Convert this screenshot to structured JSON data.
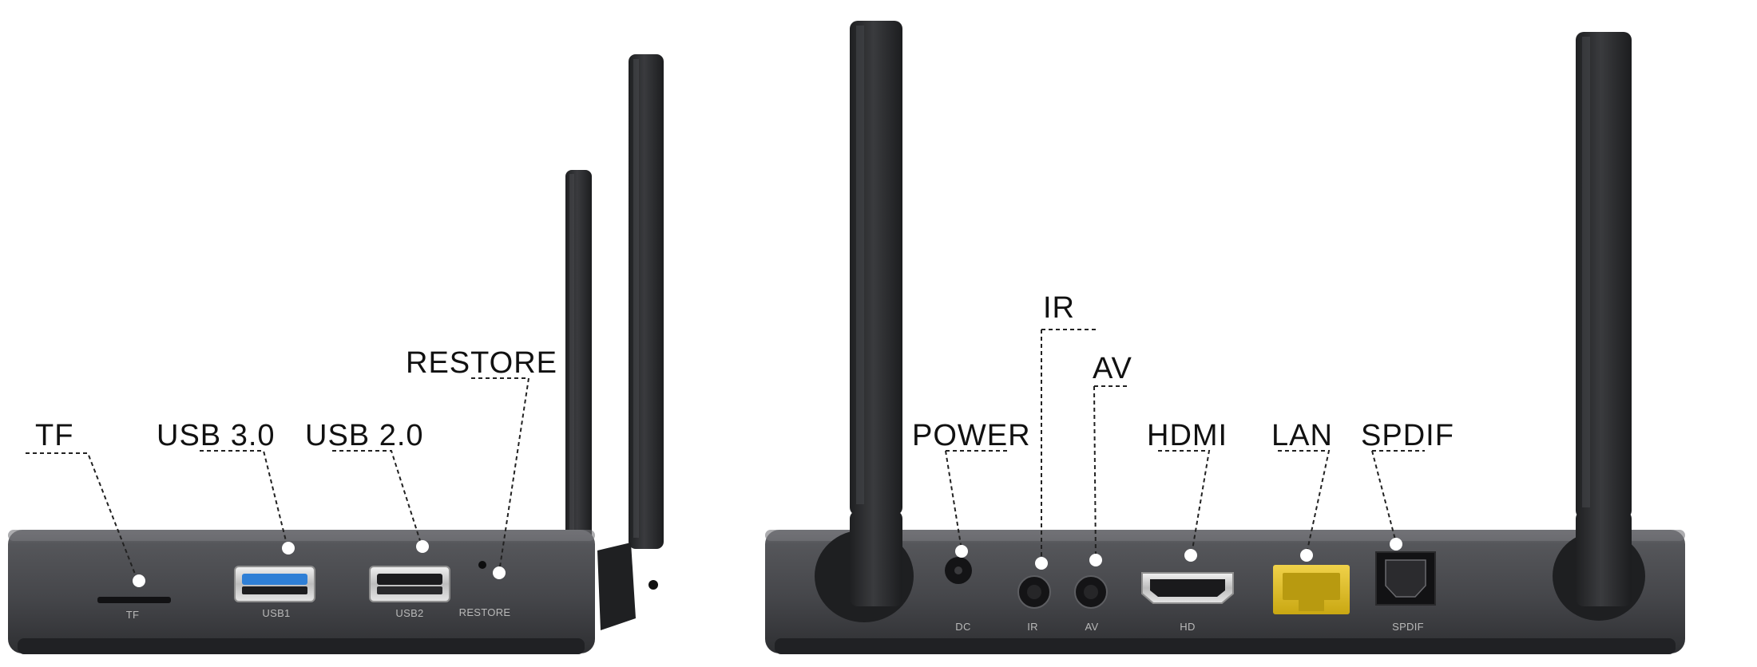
{
  "side_view": {
    "callouts": {
      "tf": "TF",
      "usb3": "USB 3.0",
      "usb2": "USB 2.0",
      "restore": "RESTORE"
    },
    "port_labels": {
      "tf": "TF",
      "usb1": "USB1",
      "usb2": "USB2",
      "restore": "RESTORE"
    }
  },
  "rear_view": {
    "callouts": {
      "power": "POWER",
      "ir": "IR",
      "av": "AV",
      "hdmi": "HDMI",
      "lan": "LAN",
      "spdif": "SPDIF"
    },
    "port_labels": {
      "dc": "DC",
      "ir": "IR",
      "av": "AV",
      "hd": "HD",
      "spdif": "SPDIF"
    }
  },
  "colors": {
    "casing": "#4a4b4f",
    "casing_dark": "#2c2d30",
    "antenna": "#2a2b2e",
    "usb3_blue": "#2f7fd6",
    "lan_yellow": "#e2c12a",
    "callout_dot": "#ffffff"
  }
}
